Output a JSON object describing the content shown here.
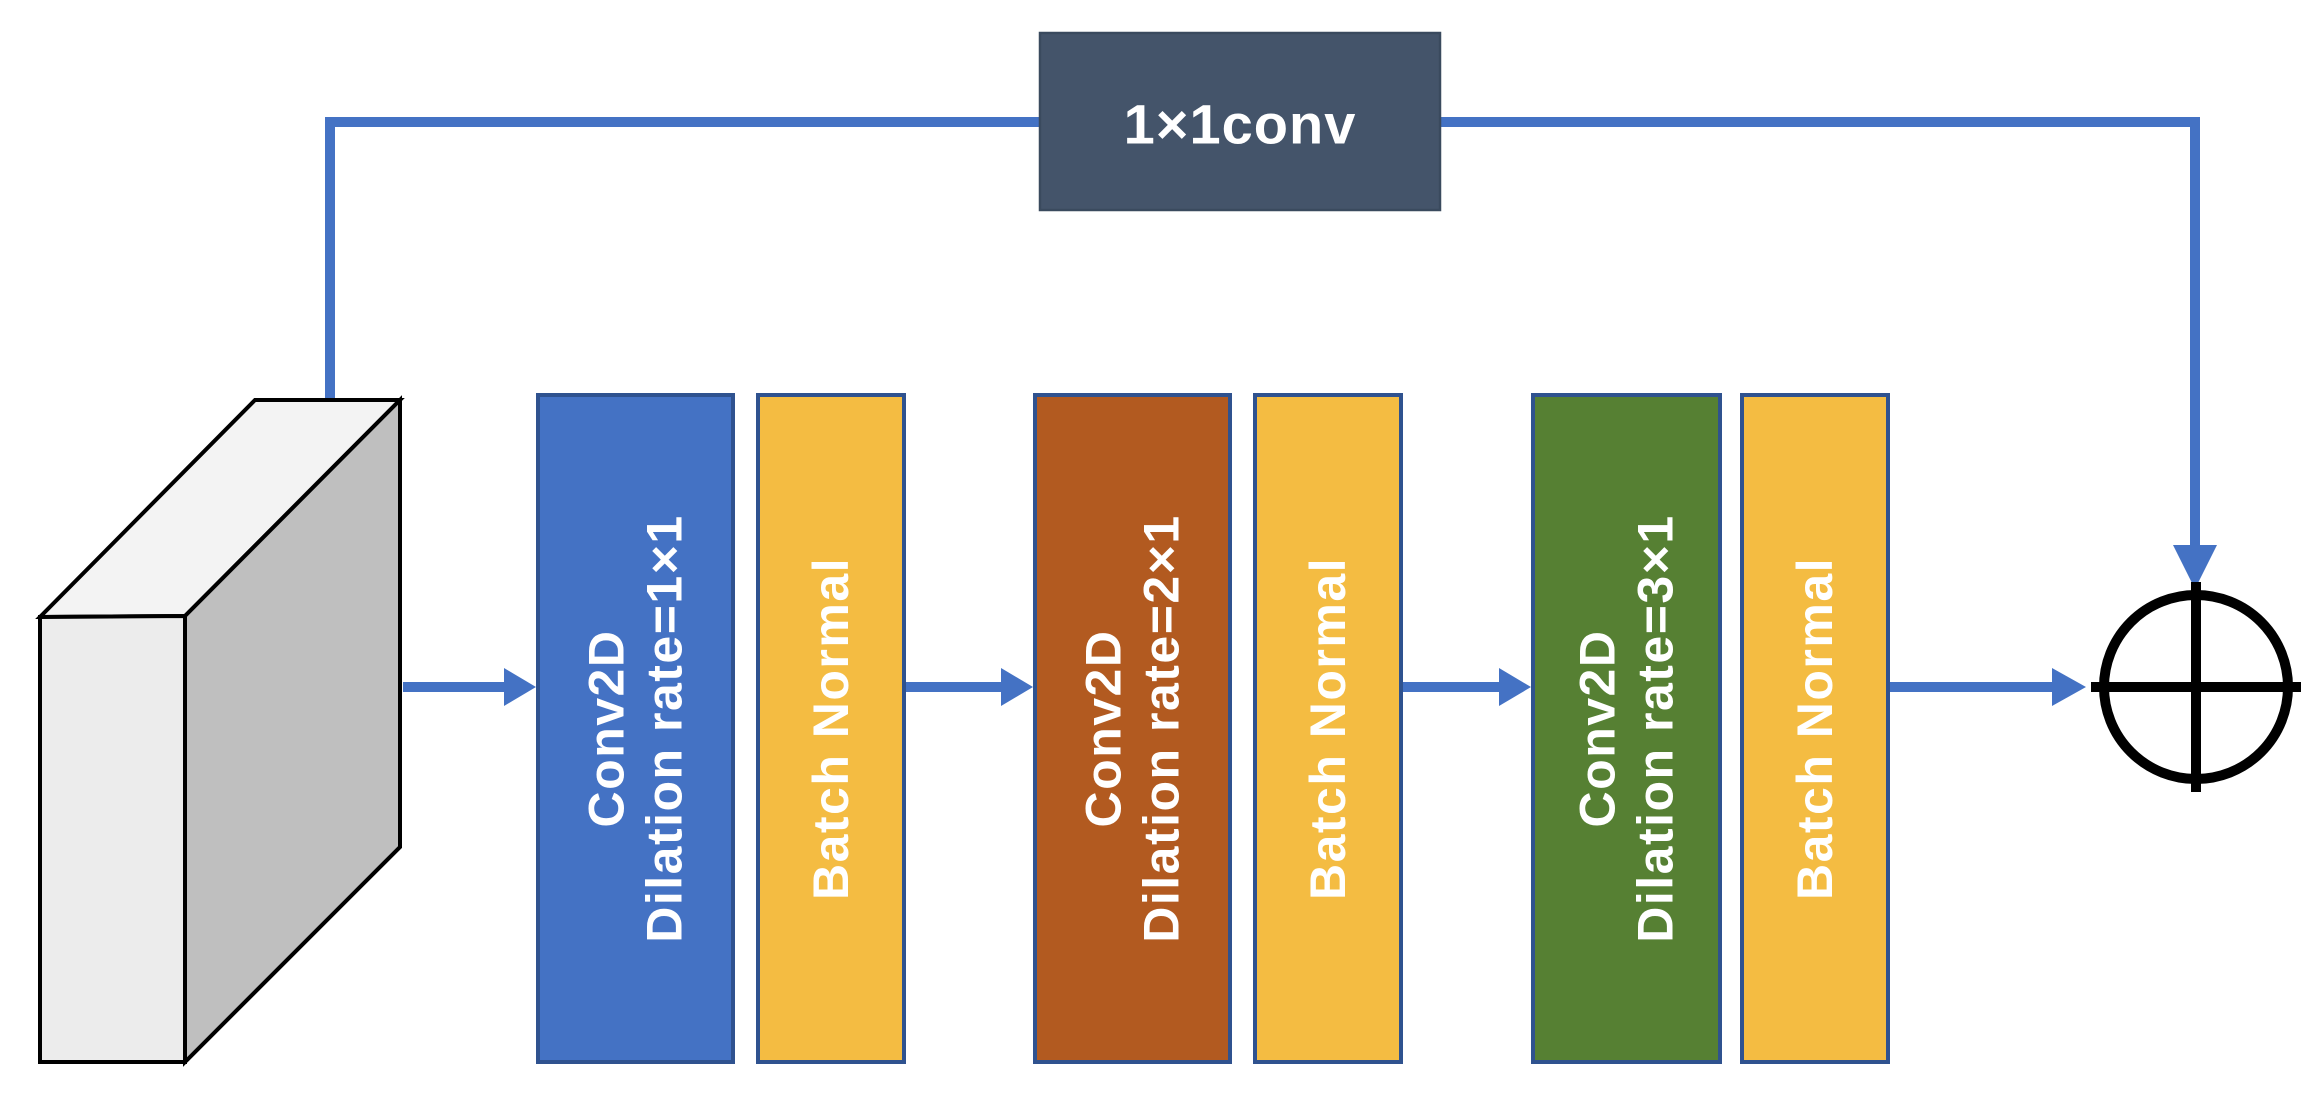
{
  "diagram": {
    "skip_box": {
      "label": "1×1conv",
      "fill": "#44546A",
      "border": "#3A4A5E"
    },
    "conv_blocks": [
      {
        "line1": "Conv2D",
        "line2": "Dilation rate=1×1",
        "fill": "#4472C4"
      },
      {
        "line1": "Conv2D",
        "line2": "Dilation rate=2×1",
        "fill": "#B25A20"
      },
      {
        "line1": "Conv2D",
        "line2": "Dilation rate=3×1",
        "fill": "#568033"
      }
    ],
    "bn_blocks": [
      {
        "label": "Batch Normal",
        "fill": "#F4BC42"
      },
      {
        "label": "Batch Normal",
        "fill": "#F4BC42"
      },
      {
        "label": "Batch Normal",
        "fill": "#F4BC42"
      }
    ],
    "sum_icon": "circled-plus"
  },
  "colors": {
    "connector": "#4472C4",
    "block_border": "#2F528F",
    "text": "#FFFFFF",
    "tensor_front": "#ECECEC",
    "tensor_top": "#F3F3F3",
    "tensor_side": "#BFBFBF",
    "tensor_outline": "#000000",
    "sum_stroke": "#000000",
    "background": "#FFFFFF"
  }
}
